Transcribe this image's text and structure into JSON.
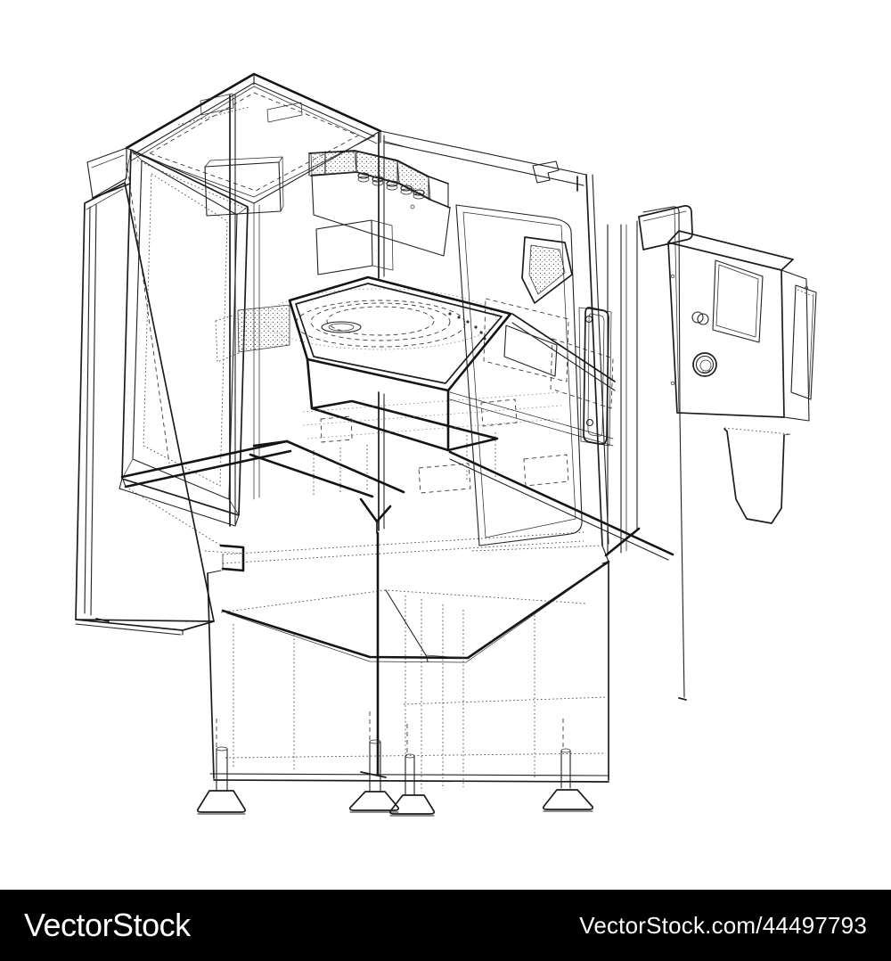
{
  "illustration": {
    "subject": "Industrial filling and capping machine, 3D wireframe technical illustration",
    "style": "black outline blueprint wireframe on white background",
    "stroke_color": "#1c1c1c",
    "background_color": "#ffffff",
    "elements": [
      "upper cabinet with roof slab",
      "open front door",
      "open side door",
      "cap feeder chute",
      "rotary turntable",
      "bold hopper and discharge chute",
      "right cabinet door with handle",
      "tilted keypad screen",
      "control panel with display, button and e-stop knob",
      "panel mounting post and bracket",
      "hanging strap bracket",
      "base cabinet with discharge funnel",
      "four adjustable leveling feet"
    ]
  },
  "watermark_bar": {
    "background": "#000000",
    "text_color": "#ffffff",
    "brand": "VectorStock",
    "image_ref": "VectorStock.com/44497793"
  }
}
